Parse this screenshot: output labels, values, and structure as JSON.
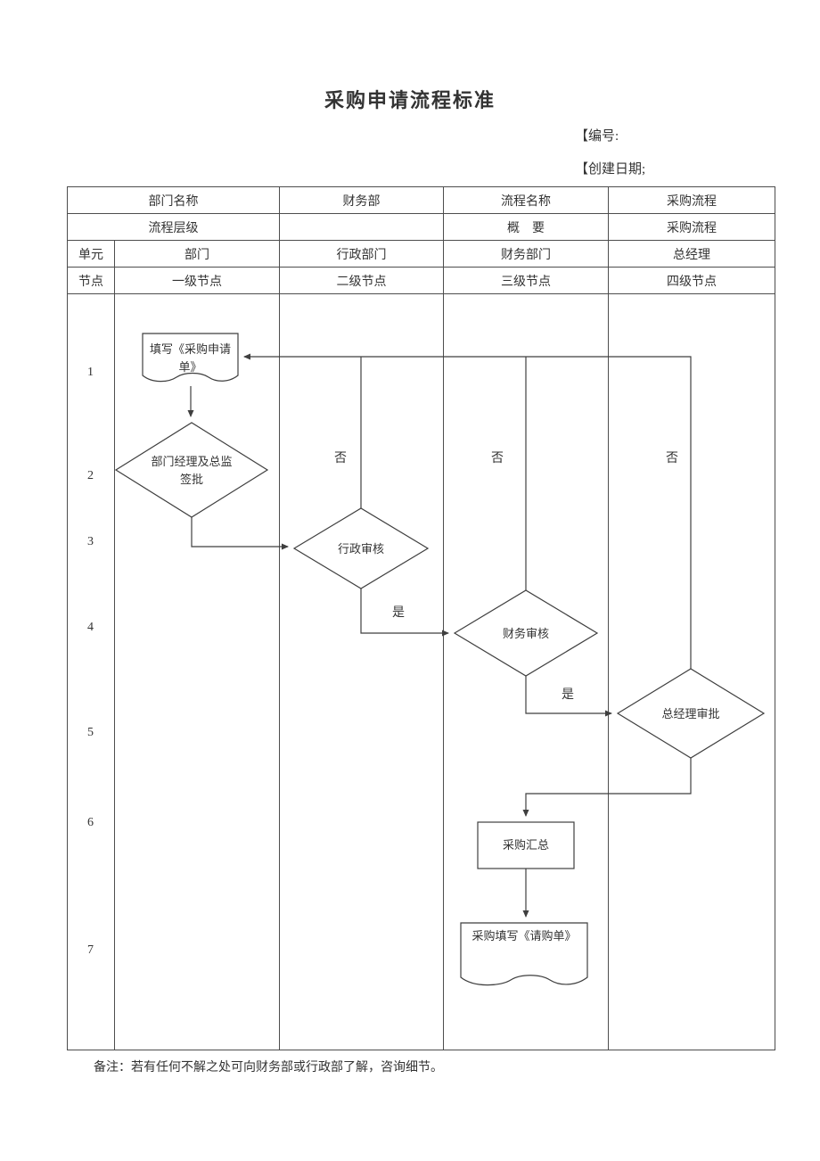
{
  "page": {
    "title": "采购申请流程标准",
    "meta_number": "【编号:",
    "meta_date": "【创建日期;",
    "footer_note": "备注：若有任何不解之处可向财务部或行政部了解，咨询细节。"
  },
  "table": {
    "header1": {
      "dept_name_label": "部门名称",
      "dept_name_value": "财务部",
      "flow_name_label": "流程名称",
      "flow_name_value": "采购流程"
    },
    "header2": {
      "flow_level_label": "流程层级",
      "summary_label": "概　要",
      "summary_value": "采购流程"
    },
    "header3": {
      "unit_label": "单元",
      "col1": "部门",
      "col2": "行政部门",
      "col3": "财务部门",
      "col4": "总经理"
    },
    "header4": {
      "node_label": "节点",
      "col1": "一级节点",
      "col2": "二级节点",
      "col3": "三级节点",
      "col4": "四级节点"
    }
  },
  "flow": {
    "row_numbers": [
      "1",
      "2",
      "3",
      "4",
      "5",
      "6",
      "7"
    ],
    "nodes": {
      "fill_request_form": "填写《采购申请单》",
      "dept_manager_approval": "部门经理及总监签批",
      "admin_review": "行政审核",
      "finance_review": "财务审核",
      "gm_approval": "总经理审批",
      "purchase_summary": "采购汇总",
      "fill_purchase_order": "采购填写《请购单》"
    },
    "labels": {
      "no": "否",
      "yes": "是"
    }
  }
}
